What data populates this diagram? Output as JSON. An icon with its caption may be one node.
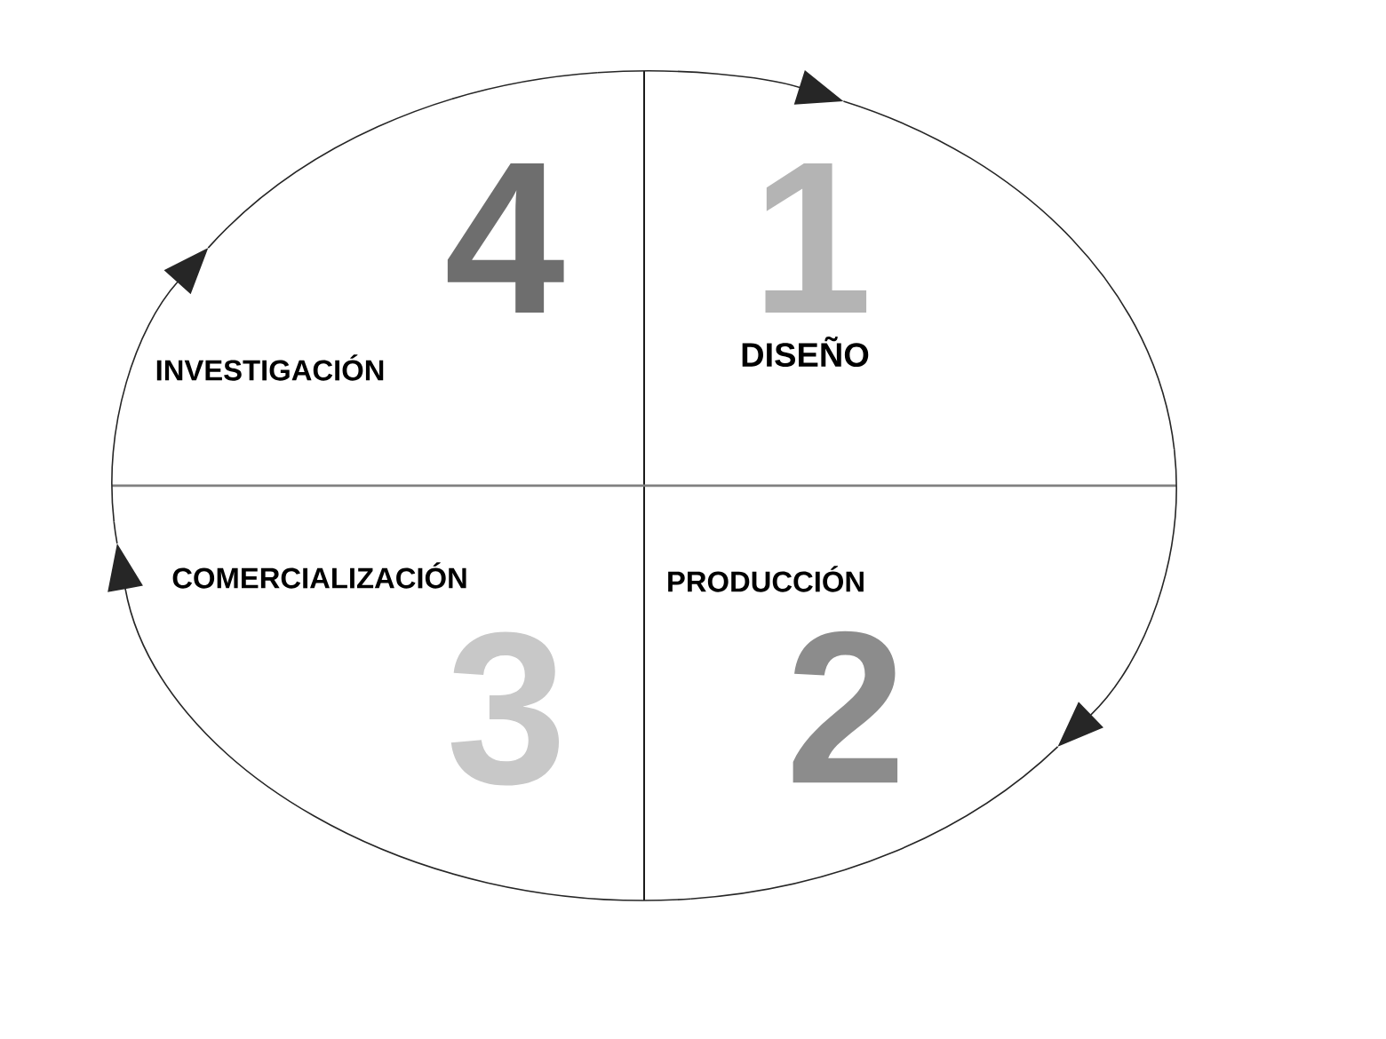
{
  "diagram": {
    "nodes": [
      {
        "text": [
          "1",
          "DISEÑO"
        ]
      },
      {
        "text": [
          "PRODUCCIÓN",
          "2"
        ]
      },
      {
        "text": [
          "COMERCIALIZACIÓN",
          "3"
        ]
      },
      {
        "text": [
          "4",
          "INVESTIGACIÓN"
        ]
      }
    ],
    "edges": [
      {
        "from": 0,
        "to": 1,
        "arrow": "to"
      },
      {
        "from": 1,
        "to": 2,
        "arrow": "to"
      },
      {
        "from": 2,
        "to": 3,
        "arrow": "to"
      },
      {
        "from": 3,
        "to": 0,
        "arrow": "to"
      }
    ]
  }
}
